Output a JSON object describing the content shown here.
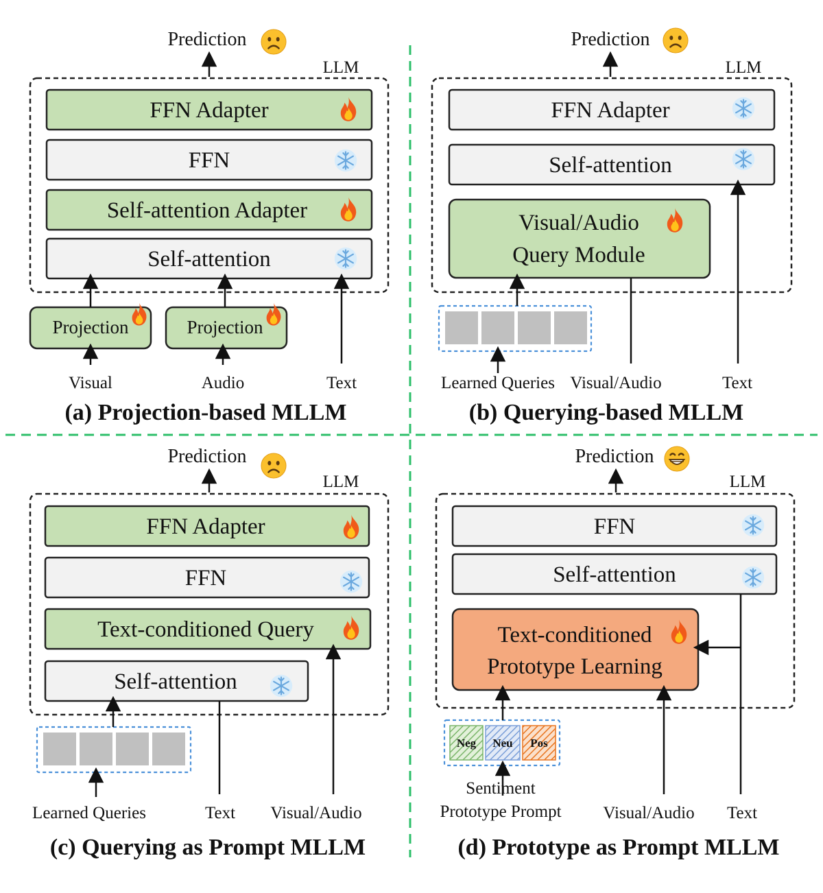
{
  "colors": {
    "trainable_fill": "#c6e0b4",
    "frozen_fill": "#f2f2f2",
    "prototype_fill": "#f4a97e",
    "divider": "#2ebf6a",
    "query_border": "#4a90d9",
    "query_cell": "#c0c0c0",
    "neg_color": "#7ab56a",
    "neu_color": "#7a9ed8",
    "pos_color": "#e8741e"
  },
  "icons": {
    "trainable": "fire-icon",
    "frozen": "snowflake-icon",
    "bad_prediction": "frowning-face-icon",
    "good_prediction": "grinning-face-icon"
  },
  "panel_a": {
    "prediction": "Prediction",
    "llm": "LLM",
    "blocks": [
      "FFN Adapter",
      "FFN",
      "Self-attention Adapter",
      "Self-attention"
    ],
    "projection_1": "Projection",
    "projection_2": "Projection",
    "input_visual": "Visual",
    "input_audio": "Audio",
    "input_text": "Text",
    "caption": "(a) Projection-based MLLM"
  },
  "panel_b": {
    "prediction": "Prediction",
    "llm": "LLM",
    "blocks": [
      "FFN Adapter",
      "Self-attention"
    ],
    "query_module_line1": "Visual/Audio",
    "query_module_line2": "Query Module",
    "input_queries": "Learned Queries",
    "input_va": "Visual/Audio",
    "input_text": "Text",
    "caption": "(b) Querying-based MLLM"
  },
  "panel_c": {
    "prediction": "Prediction",
    "llm": "LLM",
    "blocks": [
      "FFN Adapter",
      "FFN",
      "Text-conditioned Query",
      "Self-attention"
    ],
    "input_queries": "Learned Queries",
    "input_text": "Text",
    "input_va": "Visual/Audio",
    "caption": "(c) Querying as Prompt MLLM"
  },
  "panel_d": {
    "prediction": "Prediction",
    "llm": "LLM",
    "blocks": [
      "FFN",
      "Self-attention"
    ],
    "prototype_line1": "Text-conditioned",
    "prototype_line2": "Prototype Learning",
    "tag_neg": "Neg",
    "tag_neu": "Neu",
    "tag_pos": "Pos",
    "prompt_line1": "Sentiment",
    "prompt_line2": "Prototype Prompt",
    "input_va": "Visual/Audio",
    "input_text": "Text",
    "caption": "(d) Prototype as Prompt MLLM"
  }
}
